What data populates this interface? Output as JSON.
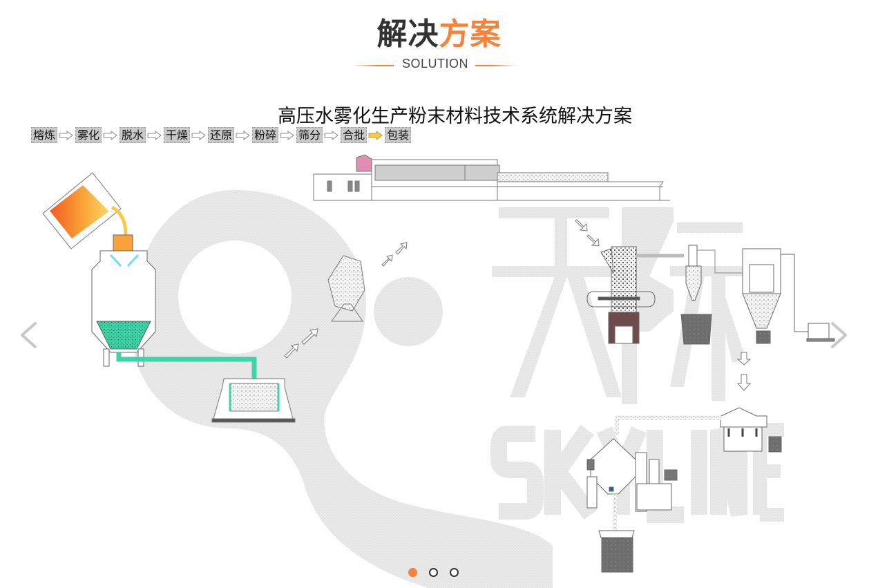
{
  "section": {
    "title_part1": "解决",
    "title_part2": "方案",
    "subtitle": "SOLUTION",
    "accent_color": "#f58238"
  },
  "slide": {
    "diagram_title": "高压水雾化生产粉末材料技术系统解决方案",
    "steps": [
      {
        "label": "熔炼"
      },
      {
        "label": "雾化"
      },
      {
        "label": "脱水"
      },
      {
        "label": "干燥"
      },
      {
        "label": "还原"
      },
      {
        "label": "粉碎"
      },
      {
        "label": "筛分"
      },
      {
        "label": "合批"
      },
      {
        "label": "包装"
      }
    ],
    "highlighted_arrow_index": 7,
    "watermark": {
      "cn": "天际",
      "en": "SKYLINE"
    },
    "equipment": [
      "melting-furnace",
      "atomizer-tower",
      "dewatering-tank",
      "dryer",
      "reduction-furnace",
      "crusher",
      "cyclone-collector",
      "bag-filter",
      "blower",
      "vibrating-sieve",
      "double-cone-mixer",
      "packaging-drum"
    ]
  },
  "carousel": {
    "prev_icon": "chevron-left-icon",
    "next_icon": "chevron-right-icon",
    "page_count": 3,
    "active_index": 0
  }
}
